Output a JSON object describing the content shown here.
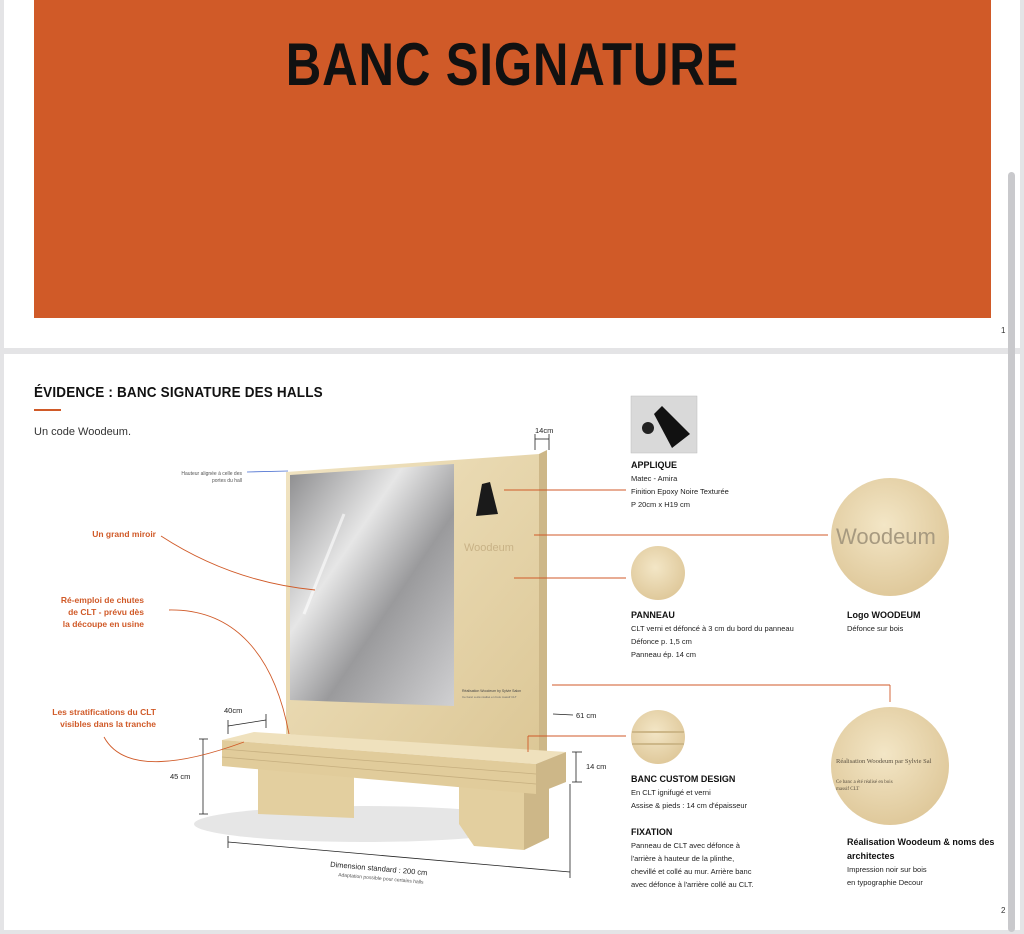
{
  "page1": {
    "title": "BANC SIGNATURE",
    "page_mark": "1"
  },
  "page2": {
    "heading": "ÉVIDENCE : BANC SIGNATURE DES HALLS",
    "subheading": "Un code Woodeum.",
    "page_mark": "2",
    "annotations": {
      "mirror": "Un grand miroir",
      "reuse": [
        "Ré-emploi de chutes",
        "de CLT - prévu dès",
        "la découpe en usine"
      ],
      "strata": [
        "Les stratifications du CLT",
        "visibles dans la tranche"
      ],
      "height_note": [
        "Hauteur alignée à celle des",
        "portes du hall"
      ]
    },
    "dimensions": {
      "depth_top": "14cm",
      "seat_depth": "40cm",
      "seat_height": "45 cm",
      "thickness": "14 cm",
      "panel_depth": "61 cm",
      "width": "Dimension standard : 200 cm",
      "width_note": "Adaptation possible pour certains halls"
    },
    "drawing": {
      "logo_text": "Woodeum",
      "plate_title": "Réalisation Woodeum by Sylvie Salon",
      "plate_sub": "Ce banc a été réalisé en bois massif CLT"
    },
    "specs": {
      "applique": {
        "title": "APPLIQUE",
        "lines": [
          "Matec - Amira",
          "Finition Epoxy Noire Texturée",
          "P 20cm x H19 cm"
        ]
      },
      "panneau": {
        "title": "PANNEAU",
        "lines": [
          "CLT verni et défoncé à 3 cm du bord du panneau",
          "Défonce p. 1,5 cm",
          "Panneau ép. 14 cm"
        ]
      },
      "logo": {
        "title": "Logo WOODEUM",
        "lines": [
          "Défonce sur bois"
        ]
      },
      "banc": {
        "title": "BANC CUSTOM DESIGN",
        "lines": [
          "En CLT ignifugé et verni",
          "Assise & pieds : 14 cm d'épaisseur"
        ]
      },
      "fixation": {
        "title": "FIXATION",
        "lines": [
          "Panneau de CLT avec défonce à",
          "l'arrière à hauteur de la plinthe,",
          "chevillé et collé au mur. Arrière banc",
          "avec défonce à l'arrière collé au CLT."
        ]
      },
      "realisation": {
        "title": "Réalisation Woodeum & noms des architectes",
        "lines": [
          "Impression noir sur bois",
          "en typographie Decour"
        ]
      }
    },
    "swatches": {
      "logo_text": "Woodeum",
      "engraving_title": "Réalisation Woodeum par Sylvie Sal",
      "engraving_sub": [
        "Ce banc a été réalisé en bois",
        "massif CLT"
      ]
    },
    "colors": {
      "accent": "#d05a28",
      "wood": "#ecdcb4",
      "wood_dark": "#d8c393"
    }
  }
}
